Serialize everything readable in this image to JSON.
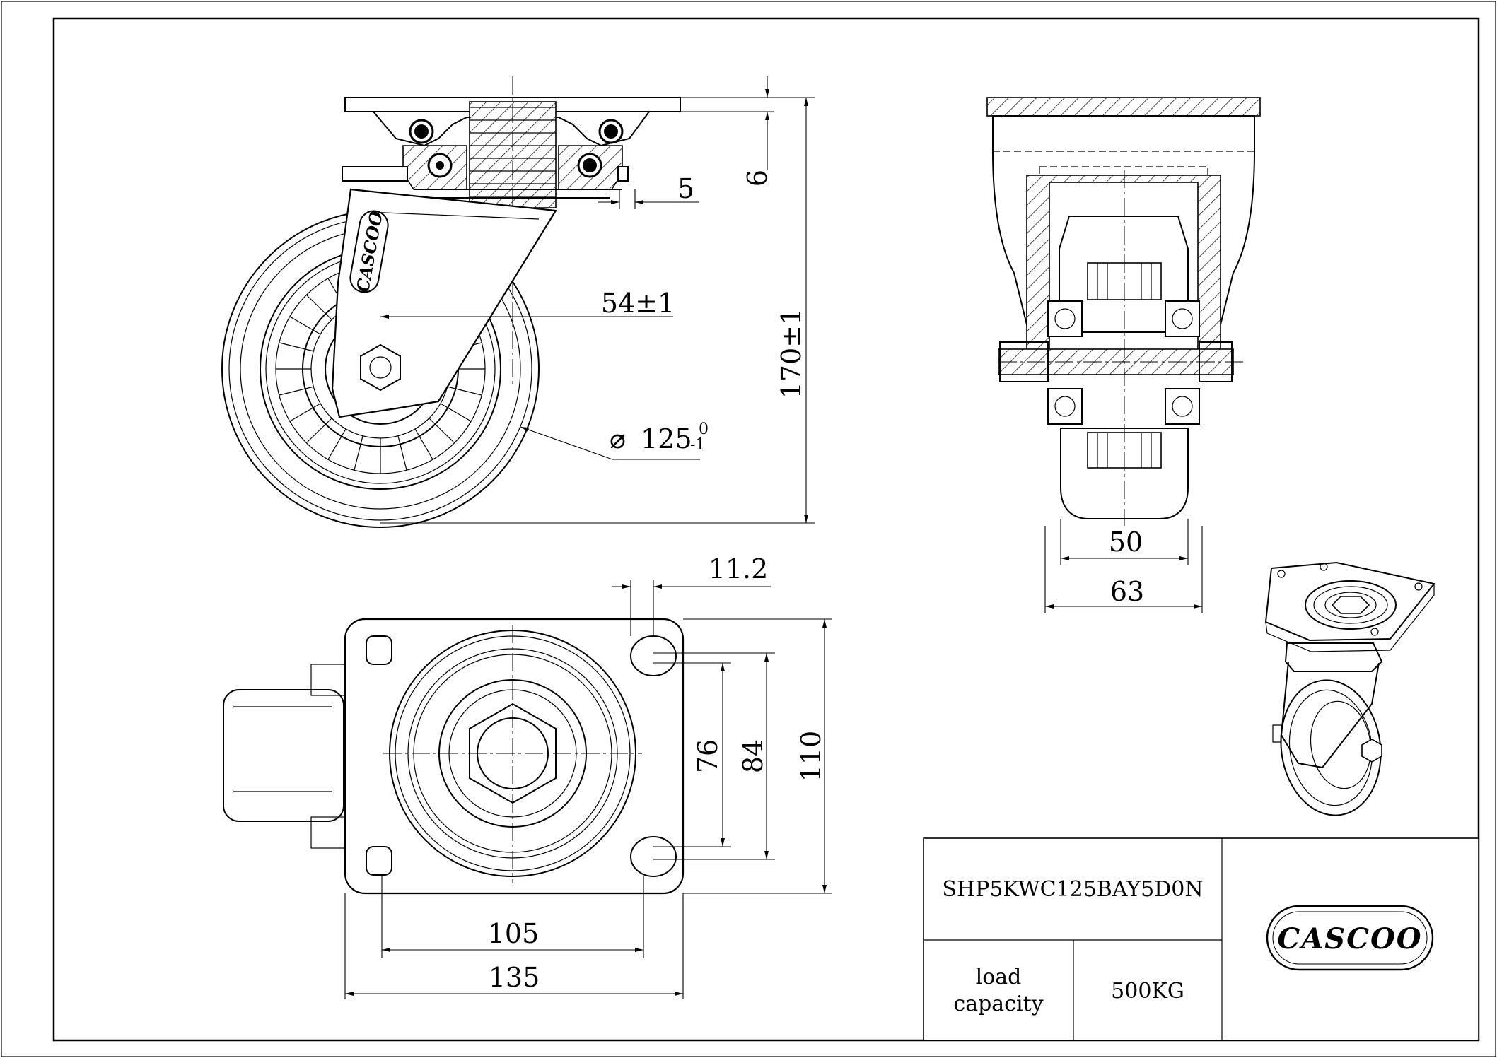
{
  "dimensions": {
    "plate_thickness": "6",
    "gap_5": "5",
    "offset": "54±1",
    "height": "170±1",
    "wheel_diameter": "125",
    "wheel_diameter_tol_upper": "0",
    "wheel_diameter_tol_lower": "-1",
    "wheel_width": "50",
    "overall_width": "63",
    "hole_slot": "11.2",
    "hole_spacing_76": "76",
    "hole_spacing_84": "84",
    "plate_width_110": "110",
    "hole_spacing_105": "105",
    "plate_length_135": "135"
  },
  "title_block": {
    "model": "SHP5KWC125BAY5D0N",
    "load_label_line1": "load",
    "load_label_line2": "capacity",
    "load_value": "500KG"
  },
  "logos": {
    "main_logo_text": "CASCOO",
    "fork_logo_text": "CASCOO"
  }
}
